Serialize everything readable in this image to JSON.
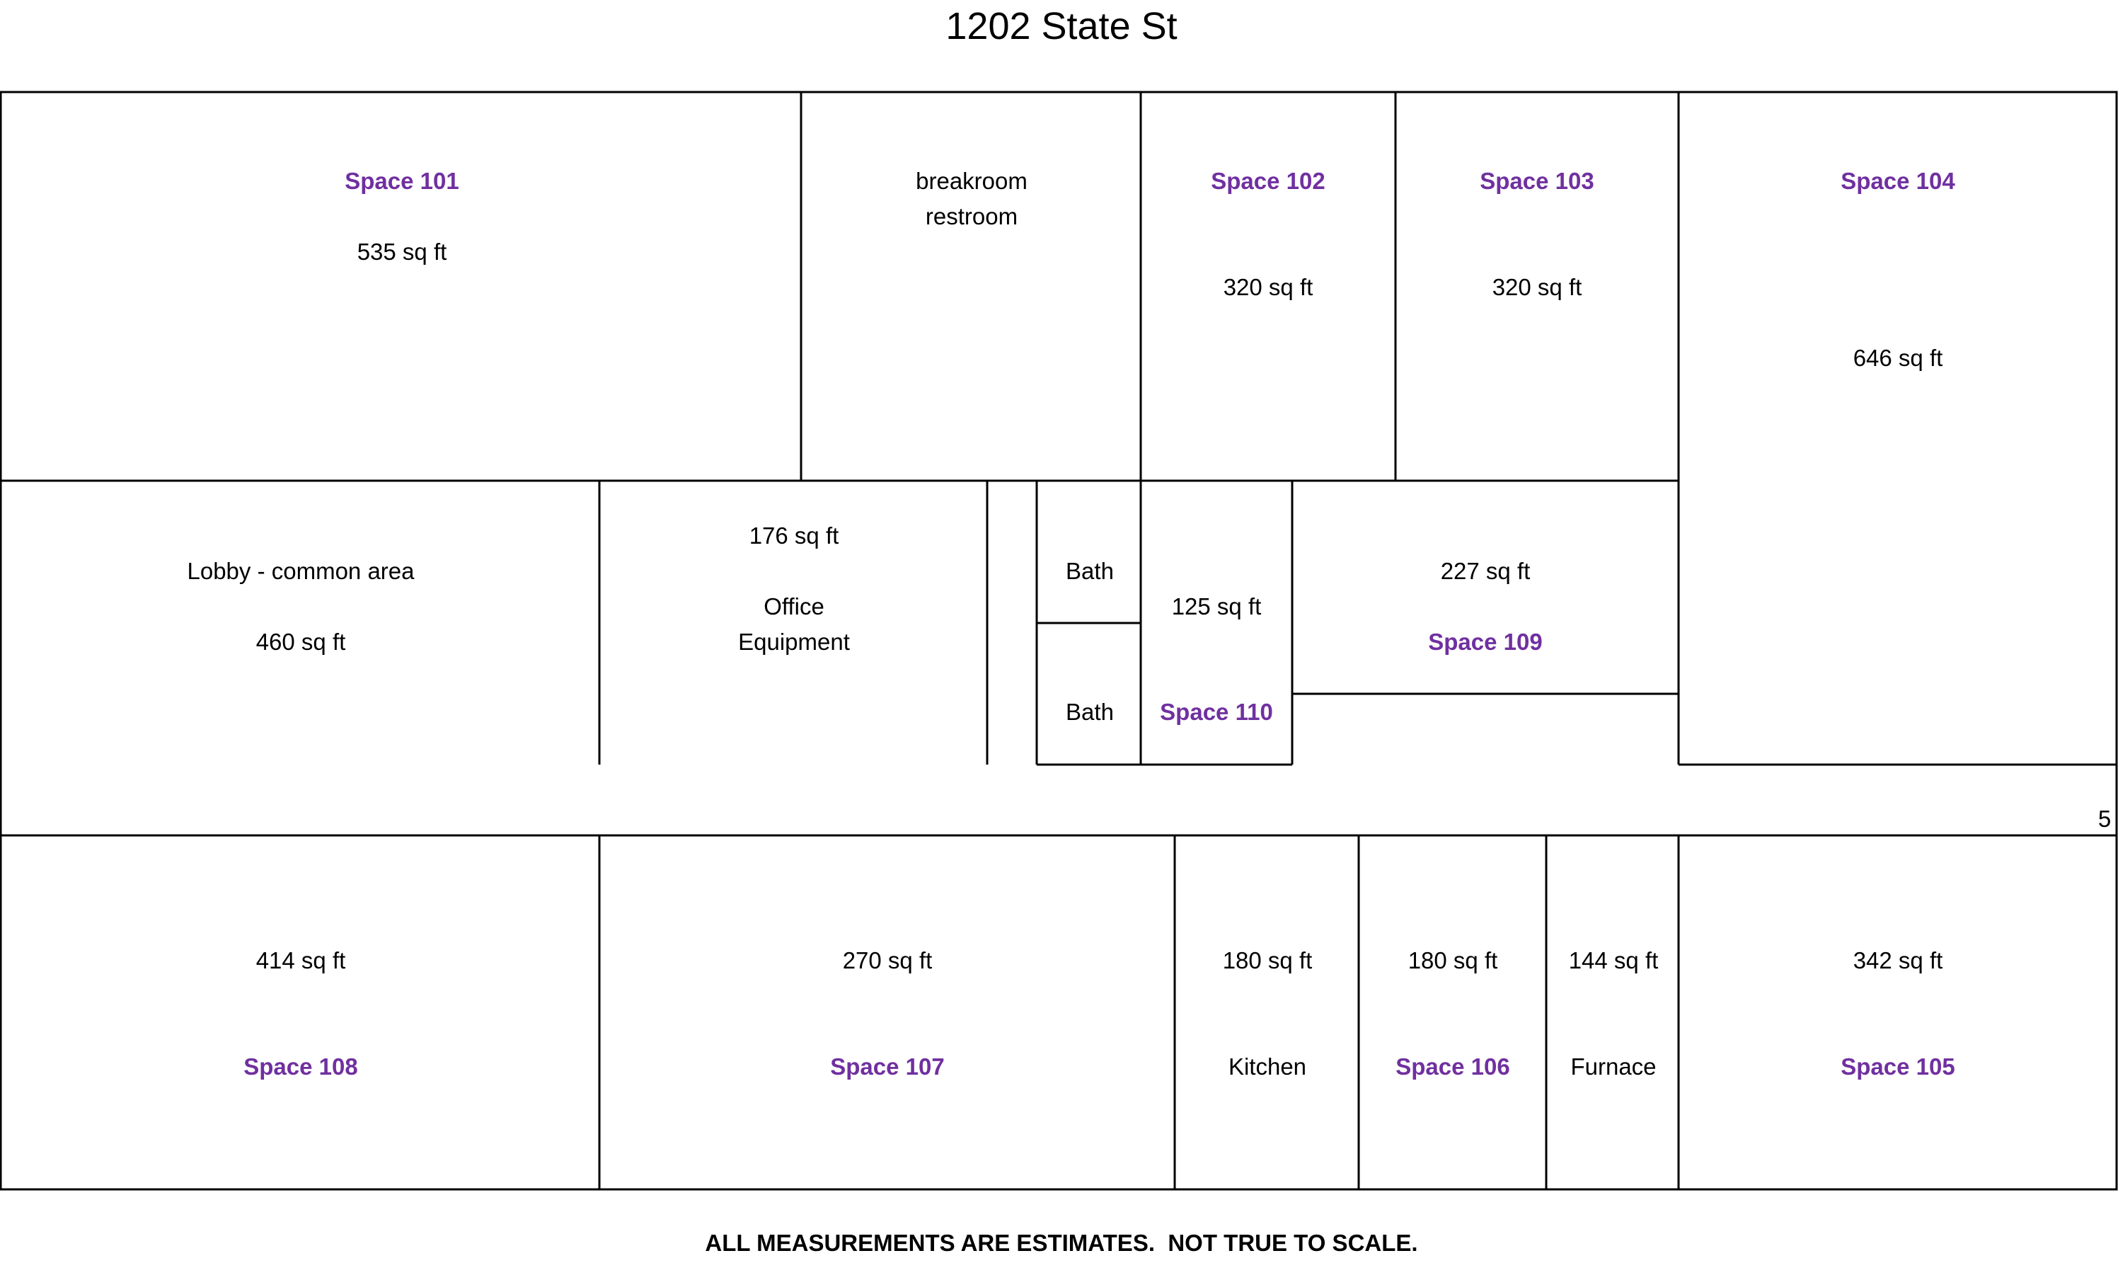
{
  "title": "1202 State St",
  "footnote": "ALL MEASUREMENTS ARE ESTIMATES.  NOT TRUE TO SCALE.",
  "colors": {
    "space_label": "#7030A0",
    "wall": "#000000",
    "text": "#000000"
  },
  "rooms": {
    "space101": {
      "name": "Space 101",
      "area": "535 sq ft"
    },
    "breakroom": {
      "line1": "breakroom",
      "line2": "restroom"
    },
    "space102": {
      "name": "Space 102",
      "area": "320 sq ft"
    },
    "space103": {
      "name": "Space 103",
      "area": "320 sq ft"
    },
    "space104": {
      "name": "Space 104",
      "area": "646 sq ft"
    },
    "lobby": {
      "name": "Lobby - common area",
      "area": "460 sq ft"
    },
    "office_equipment": {
      "area": "176 sq ft",
      "line1": "Office",
      "line2": "Equipment"
    },
    "bath_upper": {
      "name": "Bath"
    },
    "bath_lower": {
      "name": "Bath"
    },
    "space110": {
      "name": "Space 110",
      "area": "125 sq ft"
    },
    "space109": {
      "name": "Space 109",
      "area": "227 sq ft"
    },
    "hallway_marker": "5",
    "space108": {
      "name": "Space 108",
      "area": "414 sq ft"
    },
    "space107": {
      "name": "Space 107",
      "area": "270 sq ft"
    },
    "kitchen": {
      "name": "Kitchen",
      "area": "180 sq ft"
    },
    "space106": {
      "name": "Space 106",
      "area": "180 sq ft"
    },
    "furnace": {
      "name": "Furnace",
      "area": "144 sq ft"
    },
    "space105": {
      "name": "Space 105",
      "area": "342 sq ft"
    }
  }
}
